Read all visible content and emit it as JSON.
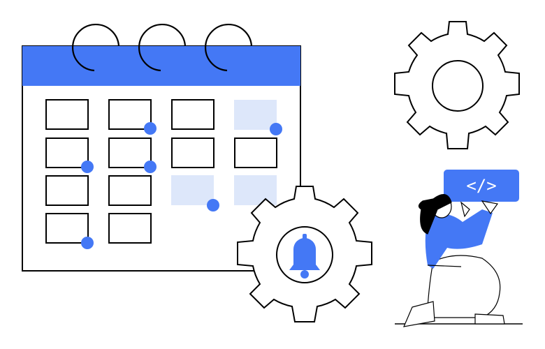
{
  "illustration": {
    "subject": "calendar with event markers, gears, bell notification, person holding code tag",
    "code_tag": "</>",
    "colors": {
      "accent": "#4478F5",
      "light_accent": "#DDE7FA",
      "stroke": "#000000",
      "background": "#FFFFFF"
    },
    "calendar": {
      "rows": 4,
      "cols": 4,
      "highlighted_cells": [
        "r1c4",
        "r3c3",
        "r3c4"
      ],
      "event_dots": [
        "r1c2",
        "r1c4",
        "r2c1",
        "r2c2",
        "r3c3",
        "r4c1"
      ]
    },
    "icons": [
      "calendar-icon",
      "gear-icon",
      "bell-icon",
      "code-icon"
    ]
  }
}
